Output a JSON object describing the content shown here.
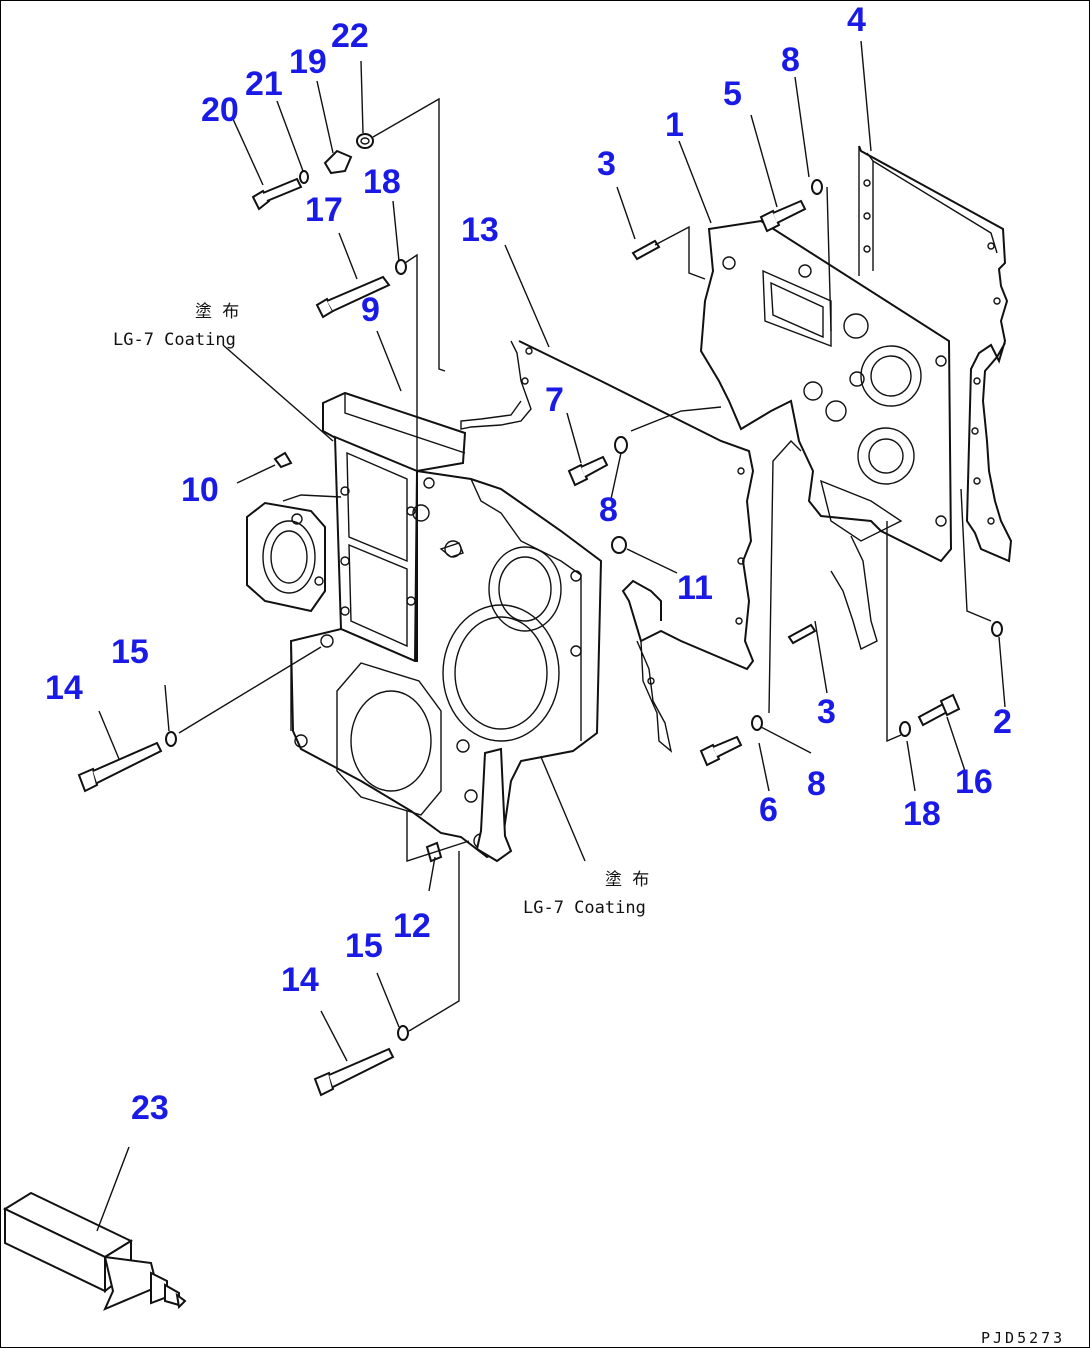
{
  "drawing": {
    "code": "PJD5273"
  },
  "notes": {
    "coating_upper_jp": "塗 布",
    "coating_upper_en": "LG-7 Coating",
    "coating_lower_jp": "塗 布",
    "coating_lower_en": "LG-7 Coating"
  },
  "labels": {
    "l1": "1",
    "l2": "2",
    "l3a": "3",
    "l3b": "3",
    "l4": "4",
    "l5": "5",
    "l6": "6",
    "l7": "7",
    "l8a": "8",
    "l8b": "8",
    "l8c": "8",
    "l9": "9",
    "l10": "10",
    "l11": "11",
    "l12": "12",
    "l13": "13",
    "l14a": "14",
    "l14b": "14",
    "l15a": "15",
    "l15b": "15",
    "l16": "16",
    "l17": "17",
    "l18a": "18",
    "l18b": "18",
    "l19": "19",
    "l20": "20",
    "l21": "21",
    "l22": "22",
    "l23": "23"
  },
  "colors": {
    "label": "#1a1ae6",
    "line": "#111111"
  }
}
